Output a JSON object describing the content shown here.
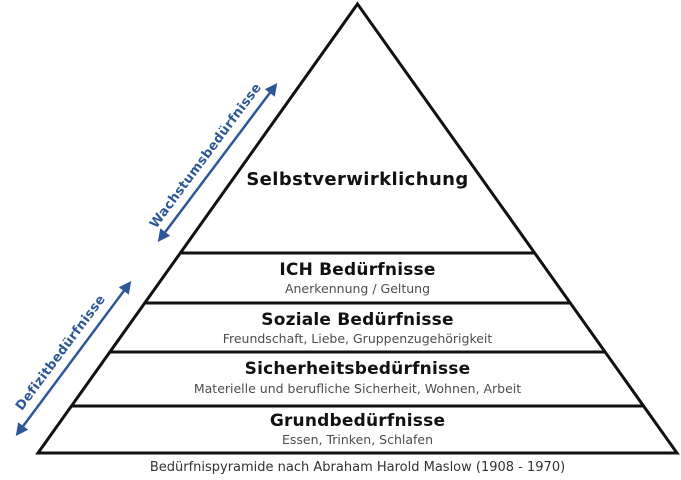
{
  "diagram": {
    "caption": "Bedürfnispyramide nach Abraham Harold Maslow (1908 - 1970)",
    "levels": [
      {
        "title": "Selbstverwirklichung",
        "subtitle": ""
      },
      {
        "title": "ICH Bedürfnisse",
        "subtitle": "Anerkennung / Geltung"
      },
      {
        "title": "Soziale Bedürfnisse",
        "subtitle": "Freundschaft, Liebe, Gruppenzugehörigkeit"
      },
      {
        "title": "Sicherheitsbedürfnisse",
        "subtitle": "Materielle und berufliche Sicherheit, Wohnen, Arbeit"
      },
      {
        "title": "Grundbedürfnisse",
        "subtitle": "Essen, Trinken, Schlafen"
      }
    ],
    "arrows": [
      {
        "label": "Wachstumsbedürfnisse",
        "style": "double-headed",
        "covers": "top level"
      },
      {
        "label": "Defizitbedürfnisse",
        "style": "double-headed",
        "covers": "lower four levels"
      }
    ],
    "colors": {
      "arrow_blue": "#2d5796",
      "outline_black": "#111111",
      "subtitle_gray": "#4d4d4d",
      "caption_gray": "#333333",
      "background": "#ffffff"
    }
  }
}
